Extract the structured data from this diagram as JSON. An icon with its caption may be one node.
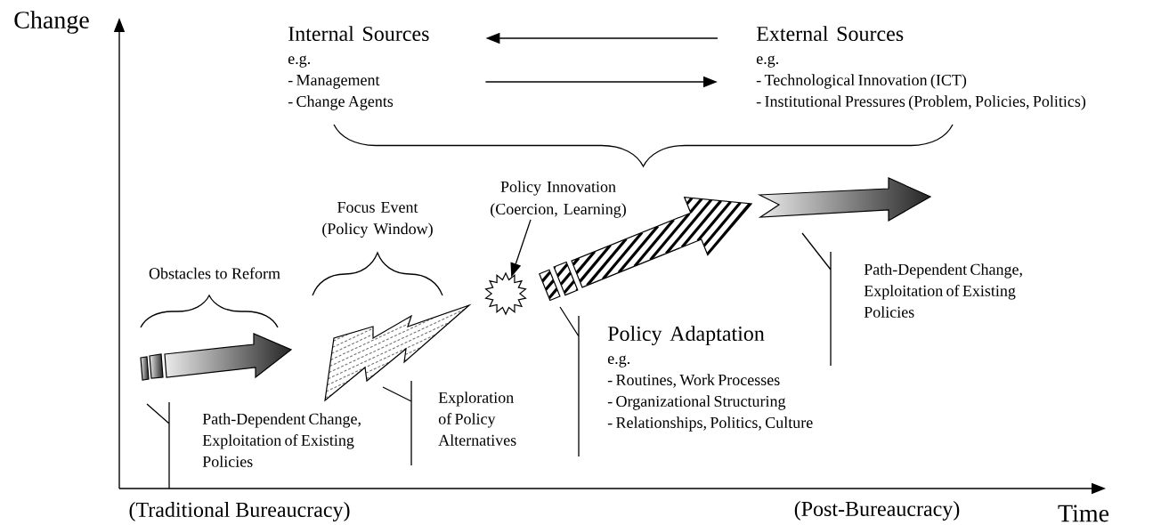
{
  "diagram": {
    "nodes": [
      {
        "text": [
          "Internal Sources",
          "e.g.",
          "- Management",
          "- Change Agents"
        ]
      },
      {
        "text": [
          "External Sources",
          "e.g.",
          "- Technological Innovation (ICT)",
          "- Institutional Pressures (Problem, Policies, Politics)"
        ]
      },
      {
        "text": [
          "Policy Innovation (Coercion, Learning)"
        ]
      },
      {
        "text": [],
        "shape": "arrow"
      },
      {
        "text": [],
        "shape": "lightning"
      },
      {
        "text": [],
        "shape": "starburst"
      },
      {
        "text": [],
        "shape": "arrow"
      },
      {
        "text": [],
        "shape": "arrow"
      },
      {
        "text": [
          "Path-Dependent Change, Exploitation of Existing Policies"
        ]
      },
      {
        "text": [
          "Exploration of Policy Alternatives"
        ]
      },
      {
        "text": [
          "Policy Adaptation",
          "e.g.",
          "- Routines, Work Processes",
          "- Organizational Structuring",
          "- Relationships, Politics, Culture"
        ]
      },
      {
        "text": [
          "Path-Dependent Change, Exploitation of Existing Policies"
        ]
      }
    ],
    "edges": [
      {
        "from": 1,
        "to": 0,
        "arrow": "to"
      },
      {
        "from": 0,
        "to": 1,
        "arrow": "to"
      },
      {
        "from": 2,
        "to": 5,
        "arrow": "to"
      },
      {
        "from": 8,
        "to": 3,
        "arrow": "none"
      },
      {
        "from": 9,
        "to": 4,
        "arrow": "none"
      },
      {
        "from": 10,
        "to": 6,
        "arrow": "none"
      },
      {
        "from": 11,
        "to": 7,
        "arrow": "none"
      }
    ],
    "labels": [
      "Change",
      "Focus Event (Policy Window)",
      "Obstacles to Reform",
      "(Traditional Bureaucracy)",
      "(Post-Bureaucracy)",
      "Time"
    ]
  }
}
